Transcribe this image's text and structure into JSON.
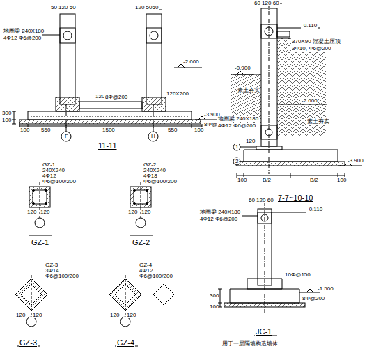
{
  "diagram": {
    "labels": [
      "50 120 50",
      "120 5050",
      "地圈梁 240X180",
      "4Φ12 Φ6@200",
      "-2.600",
      "120X200",
      "8Φ@200",
      "120X200",
      "-3.900",
      "8Φ@200",
      "100",
      "300",
      "100",
      "550",
      "1500",
      "550",
      "100",
      "F",
      "H",
      "11-11",
      "60 120 60",
      "-0.110",
      "-0.900",
      "370X90 混凝土压顶",
      "3Φ10, Φ6@200",
      "素土夯实",
      "地圈梁 240X180",
      "4Φ12 Φ6@200",
      "-2.600",
      "素土夯实",
      "120",
      "1",
      "2",
      "100",
      "B/2",
      "B/2",
      "100",
      "-3.900",
      "7-7~10-10",
      "GZ-1",
      "240X240",
      "4Φ12",
      "Φ6@100/200",
      "120",
      "120",
      "GZ-1",
      "GZ-2",
      "240X240",
      "4Φ18",
      "Φ6@100/200",
      "120",
      "120",
      "GZ-2",
      "GZ-3",
      "3Φ14",
      "Φ6@100/200",
      "120",
      "120",
      "GZ-3",
      "GZ-4",
      "4Φ12",
      "Φ6@100/200",
      "120",
      "120",
      "GZ-4",
      "60 120 60",
      "地圈梁 240X180",
      "4Φ12 Φ6@200",
      "-0.110",
      "10Φ@150",
      "-1.500",
      "8Φ@200",
      "100",
      "300",
      "JC-1",
      "用于一层隔墙构造墙体"
    ]
  }
}
